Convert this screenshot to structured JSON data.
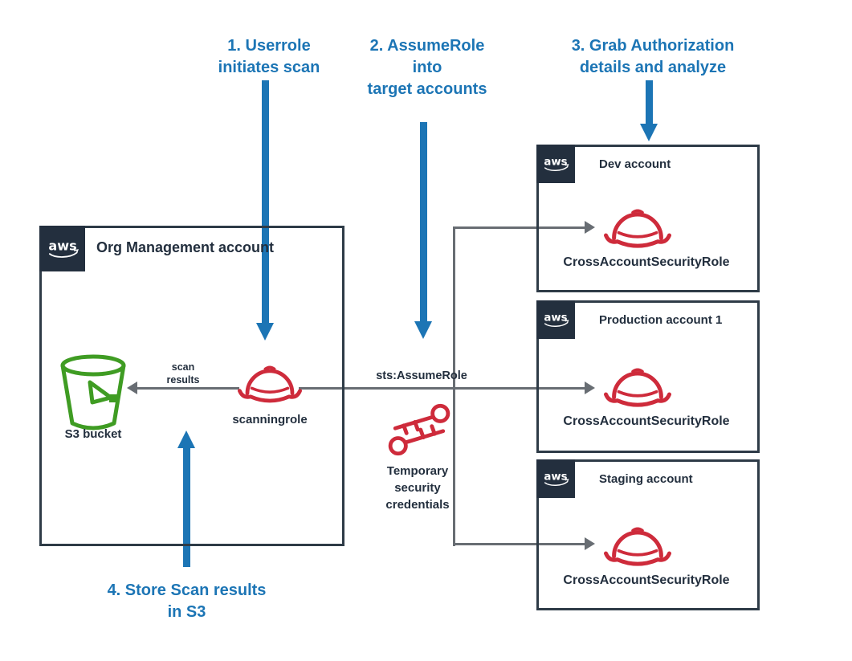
{
  "colors": {
    "blue": "#1C75B5",
    "red": "#CE2B3B",
    "green": "#3F9C23",
    "navy": "#232F3E",
    "line": "#686D73"
  },
  "steps": [
    {
      "label": "1. Userrole\ninitiates scan"
    },
    {
      "label": "2. AssumeRole\ninto\ntarget accounts"
    },
    {
      "label": "3. Grab Authorization\ndetails and analyze"
    },
    {
      "label": "4. Store Scan results\nin S3"
    }
  ],
  "scanning_account": {
    "logo_text": "aws",
    "title": "Org Management account",
    "bucket_label": "S3 bucket",
    "bucket_note": "scan\nresults",
    "role_label": "scanningrole"
  },
  "connector": {
    "assume_role_label": "sts:AssumeRole",
    "credentials_label": "Temporary\nsecurity\ncredentials"
  },
  "target_accounts": [
    {
      "logo_text": "aws",
      "title": "Dev account",
      "role_label": "CrossAccountSecurityRole"
    },
    {
      "logo_text": "aws",
      "title": "Production account 1",
      "role_label": "CrossAccountSecurityRole"
    },
    {
      "logo_text": "aws",
      "title": "Staging account",
      "role_label": "CrossAccountSecurityRole"
    }
  ],
  "icons": {
    "logo": "aws-smile-logo",
    "bucket": "s3-bucket-icon",
    "role": "iam-role-hat-icon",
    "credentials": "temporary-credentials-keys-icon"
  }
}
